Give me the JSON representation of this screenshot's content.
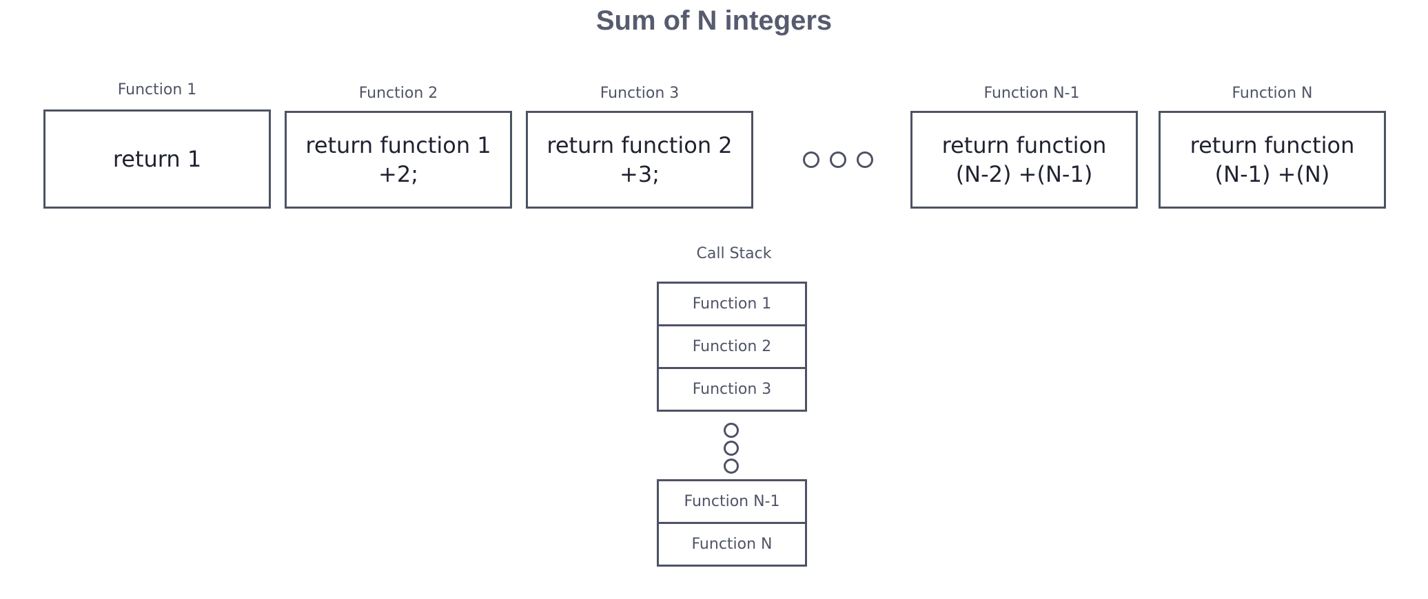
{
  "title": "Sum of N integers",
  "functions": [
    {
      "label": "Function 1",
      "lines": [
        "return 1"
      ]
    },
    {
      "label": "Function 2",
      "lines": [
        "return function 1",
        "+2;"
      ]
    },
    {
      "label": "Function 3",
      "lines": [
        "return function 2",
        "+3;"
      ]
    },
    {
      "label": "Function N-1",
      "lines": [
        "return function",
        "(N-2) +(N-1)"
      ]
    },
    {
      "label": "Function N",
      "lines": [
        "return function",
        "(N-1) +(N)"
      ]
    }
  ],
  "call_stack": {
    "label": "Call Stack",
    "top_items": [
      "Function 1",
      "Function 2",
      "Function 3"
    ],
    "bottom_items": [
      "Function N-1",
      "Function N"
    ]
  }
}
